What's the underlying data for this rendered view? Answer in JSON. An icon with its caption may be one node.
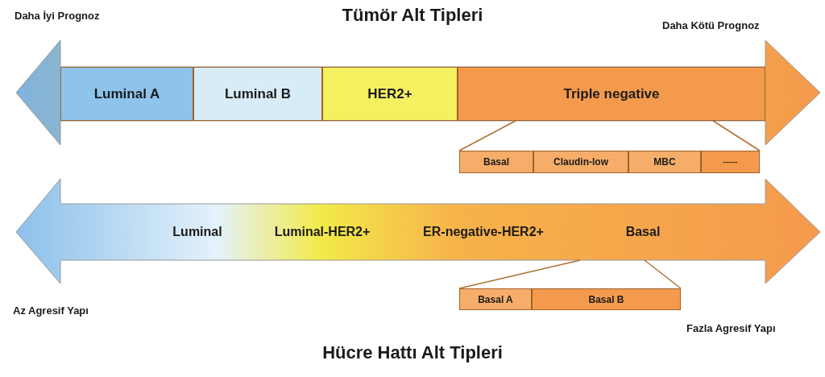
{
  "diagram": {
    "title": "Tümör Alt Tipleri",
    "caption": "Hücre Hattı Alt Tipleri",
    "nodes": [
      {
        "text": [
          "Luminal A"
        ]
      },
      {
        "text": [
          "Luminal B"
        ]
      },
      {
        "text": [
          "HER2+"
        ]
      },
      {
        "text": [
          "Triple negative"
        ]
      },
      {
        "text": [
          "Basal"
        ]
      },
      {
        "text": [
          "Claudin-low"
        ]
      },
      {
        "text": [
          "MBC"
        ]
      },
      {
        "text": [
          "------"
        ]
      },
      {
        "text": [
          "Luminal",
          "Luminal-HER2+",
          "ER-negative-HER2+",
          "Basal"
        ]
      },
      {
        "text": [
          "Basal A"
        ]
      },
      {
        "text": [
          "Basal B"
        ]
      }
    ],
    "edges": [
      {
        "from": 3,
        "to": 4,
        "arrow": "none"
      },
      {
        "from": 3,
        "to": 7,
        "arrow": "none"
      },
      {
        "from": 8,
        "to": 9,
        "arrow": "none"
      },
      {
        "from": 8,
        "to": 10,
        "arrow": "none"
      }
    ],
    "labels": [
      "Daha İyi Prognoz",
      "Daha Kötü Prognoz",
      "Az Agresif Yapı",
      "Fazla Agresif Yapı"
    ]
  }
}
